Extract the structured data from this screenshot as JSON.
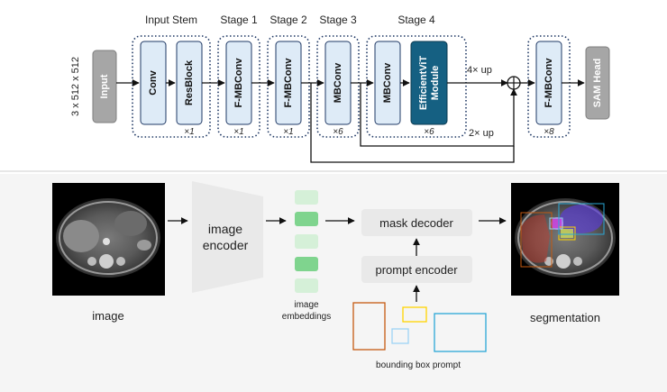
{
  "top": {
    "input_dims": "3 x 512 x 512",
    "input_label": "Input",
    "stage_titles": [
      "Input Stem",
      "Stage 1",
      "Stage 2",
      "Stage 3",
      "Stage 4"
    ],
    "conv": "Conv",
    "resblock": "ResBlock",
    "fmb1": "F-MBConv",
    "fmb2": "F-MBConv",
    "mb3": "MBConv",
    "mb4": "MBConv",
    "vit_line1": "EfficientViT",
    "vit_line2": "Module",
    "fmb_final": "F-MBConv",
    "sam_head": "SAM Head",
    "rep_stem": "×1",
    "rep_s1": "×1",
    "rep_s2": "×1",
    "rep_s3": "×6",
    "rep_s4": "×6",
    "rep_final": "×8",
    "up4": "4× up",
    "up2": "2× up",
    "plus": "+"
  },
  "bottom": {
    "image_label": "image",
    "encoder_line1": "image",
    "encoder_line2": "encoder",
    "emb_line1": "image",
    "emb_line2": "embeddings",
    "mask_decoder": "mask decoder",
    "prompt_encoder": "prompt encoder",
    "bbox_label": "bounding box prompt",
    "seg_label": "segmentation"
  },
  "colors": {
    "light_block": "#deebf7",
    "dark_block": "#156082",
    "gray_block": "#a6a6a6",
    "emb_light": "#d5f0d8",
    "emb_dark": "#7fd48e",
    "bbox_orange": "#c55a11",
    "bbox_yellow": "#ffd400",
    "bbox_lightblue": "#9dd3f5",
    "bbox_blue": "#2aa7d6"
  }
}
